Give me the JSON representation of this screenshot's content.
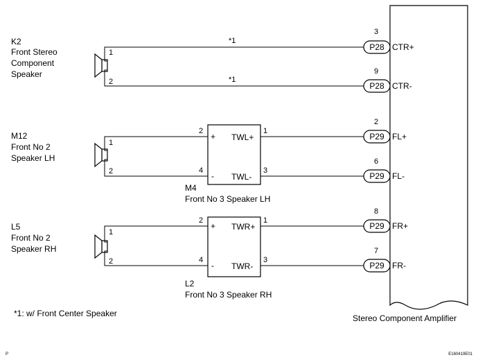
{
  "speakers": [
    {
      "id": "K2",
      "name_lines": [
        "Front Stereo",
        "Component",
        "Speaker"
      ]
    },
    {
      "id": "M12",
      "name_lines": [
        "Front No  2",
        "Speaker LH"
      ]
    },
    {
      "id": "L5",
      "name_lines": [
        "Front No  2",
        "Speaker RH"
      ]
    }
  ],
  "tweeters": [
    {
      "id": "M4",
      "name": "Front No  3 Speaker LH",
      "plus_label": "TWL+",
      "minus_label": "TWL-"
    },
    {
      "id": "L2",
      "name": "Front No  3 Speaker RH",
      "plus_label": "TWR+",
      "minus_label": "TWR-"
    }
  ],
  "pin_labels": {
    "p1": "1",
    "p2": "2",
    "p3": "3",
    "p4": "4",
    "plus": "+",
    "minus": "-"
  },
  "wire_note": "*1",
  "amp_pins": [
    {
      "pin": "3",
      "connector": "P28",
      "signal": "CTR+"
    },
    {
      "pin": "9",
      "connector": "P28",
      "signal": "CTR-"
    },
    {
      "pin": "2",
      "connector": "P29",
      "signal": "FL+"
    },
    {
      "pin": "6",
      "connector": "P29",
      "signal": "FL-"
    },
    {
      "pin": "8",
      "connector": "P29",
      "signal": "FR+"
    },
    {
      "pin": "7",
      "connector": "P29",
      "signal": "FR-"
    }
  ],
  "amplifier_label": "Stereo Component Amplifier",
  "footnote": "*1: w/ Front Center Speaker",
  "corner_left": "P",
  "corner_right": "E160419E01"
}
